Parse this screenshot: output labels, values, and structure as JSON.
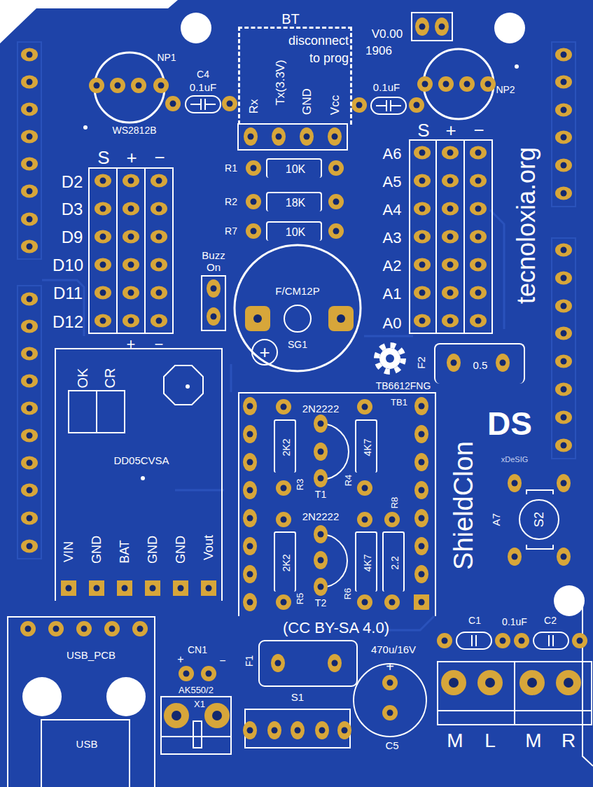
{
  "diagram": {
    "nodes": [
      {
        "text": [
          "BT",
          "disconnect to prog"
        ]
      },
      {
        "text": [
          "10K"
        ]
      },
      {
        "text": [
          "18K"
        ]
      },
      {
        "text": [
          "10K"
        ]
      },
      {
        "text": [
          "0.5"
        ]
      },
      {
        "text": [
          "DD05CVSA"
        ]
      },
      {
        "text": [
          "TB6612FNG",
          "TB1"
        ]
      },
      {
        "text": [
          "2K2"
        ],
        "in": 6
      },
      {
        "text": [
          "4K7"
        ],
        "in": 6
      },
      {
        "text": [
          "2K2"
        ],
        "in": 6
      },
      {
        "text": [
          "4K7"
        ],
        "in": 6
      },
      {
        "text": [
          "2.2"
        ],
        "in": 6
      },
      {
        "text": [
          "USB_PCB"
        ]
      },
      {
        "text": [
          "USB"
        ],
        "in": 12
      }
    ],
    "labels": [
      "V0.00",
      "1906",
      "NP1",
      "C4",
      "0.1uF",
      "WS2812B",
      "Rx",
      "Tx(3.3V)",
      "GND",
      "Vcc",
      "0.1uF",
      "NP2",
      "S",
      "+",
      "−",
      "D2",
      "D3",
      "D9",
      "D10",
      "D11",
      "D12",
      "+",
      "−",
      "S",
      "+",
      "−",
      "A6",
      "A5",
      "A4",
      "A3",
      "A2",
      "A1",
      "A0",
      "R1",
      "R2",
      "R7",
      "Buzz On",
      "F/CM12P",
      "SG1",
      "+",
      "tecnoloxia.org",
      "F2",
      "OK",
      "CR",
      "VIN",
      "GND",
      "BAT",
      "GND",
      "GND",
      "Vout",
      "2N2222",
      "R3",
      "T1",
      "R4",
      "2N2222",
      "R8",
      "R5",
      "T2",
      "R6",
      "ShieldClon",
      "DS",
      "xDeSIG",
      "A7",
      "S2",
      "(CC BY-SA 4.0)",
      "C1",
      "0.1uF",
      "C2",
      "470u/16V",
      "+",
      "C5",
      "F1",
      "CN1",
      "+",
      "−",
      "AK550/2",
      "X1",
      "S1",
      "M",
      "L",
      "M",
      "R"
    ]
  }
}
